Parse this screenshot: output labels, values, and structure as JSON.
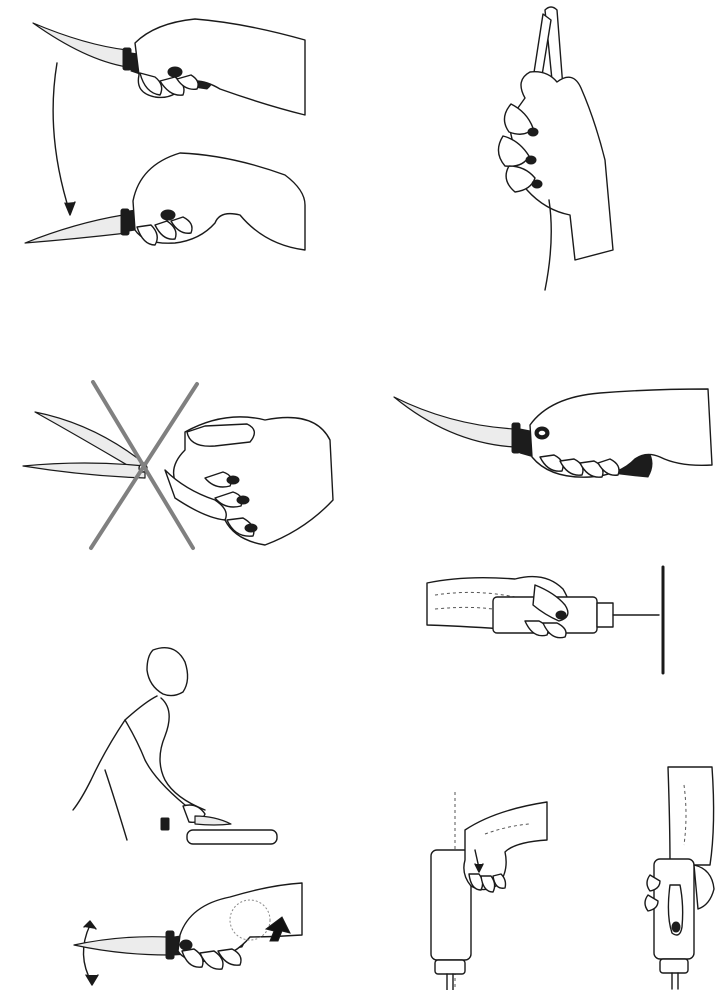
{
  "page": {
    "background": "#ffffff",
    "ink_color": "#1a1a1a",
    "cross_color": "#808080"
  },
  "illustrations": [
    {
      "name": "knife-grip-rotation",
      "icon": "knife-hand-rotation-icon"
    },
    {
      "name": "sharpening-steel-grip",
      "icon": "hand-steel-icon"
    },
    {
      "name": "scissors-grip-crossed-out",
      "icon": "scissors-prohibited-icon"
    },
    {
      "name": "knife-standard-grip",
      "icon": "knife-hand-icon"
    },
    {
      "name": "power-tool-horizontal-push",
      "icon": "drill-wall-icon"
    },
    {
      "name": "worker-cutting-on-board",
      "icon": "worker-posture-icon"
    },
    {
      "name": "knife-wrist-angle",
      "icon": "knife-wrist-pressure-icon"
    },
    {
      "name": "power-tool-vertical-trigger",
      "icon": "vertical-drill-trigger-icon"
    },
    {
      "name": "power-tool-vertical-palm",
      "icon": "vertical-drill-palm-icon"
    }
  ]
}
